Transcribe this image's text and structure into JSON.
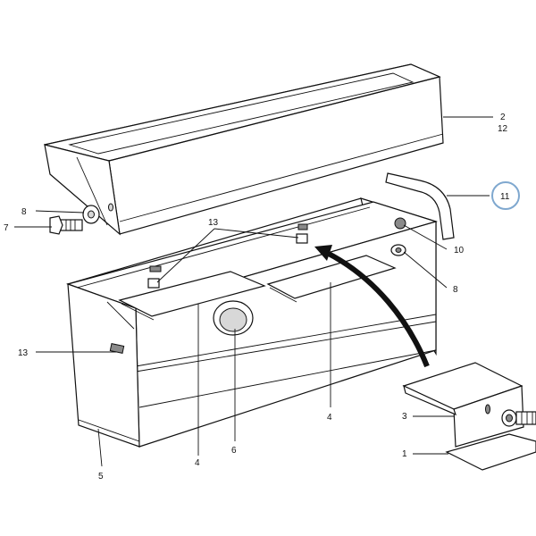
{
  "colors": {
    "line": "#111111",
    "highlight": "#7fa8cf",
    "shade": "#d8d8d8"
  },
  "callouts": {
    "c2": "2",
    "c12": "12",
    "c11": "11",
    "c8a": "8",
    "c7": "7",
    "c13a": "13",
    "c10": "10",
    "c8b": "8",
    "c13b": "13",
    "c3": "3",
    "c1": "1",
    "c4a": "4",
    "c4b": "4",
    "c6": "6",
    "c5": "5"
  },
  "highlighted_callout": "11"
}
